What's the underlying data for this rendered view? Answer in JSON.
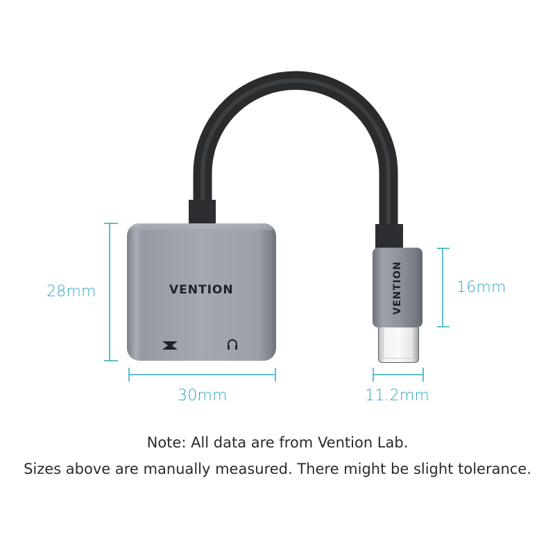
{
  "product": {
    "brand": "VENTION",
    "type": "USB-C to 3.5mm audio + charging adapter",
    "port_icons": [
      "charging-icon",
      "headphone-icon"
    ]
  },
  "dimensions": {
    "body_height": "28mm",
    "body_width": "30mm",
    "connector_length": "16mm",
    "connector_width": "11.2mm"
  },
  "notes": {
    "line1": "Note: All data are from Vention Lab.",
    "line2": "Sizes above are manually measured. There might be slight tolerance."
  },
  "colors": {
    "dimension_accent": "#2aa8bf",
    "body_gray": "#a4a9b1",
    "cable_black": "#2a2b2d",
    "note_text": "#2a2a2a"
  }
}
